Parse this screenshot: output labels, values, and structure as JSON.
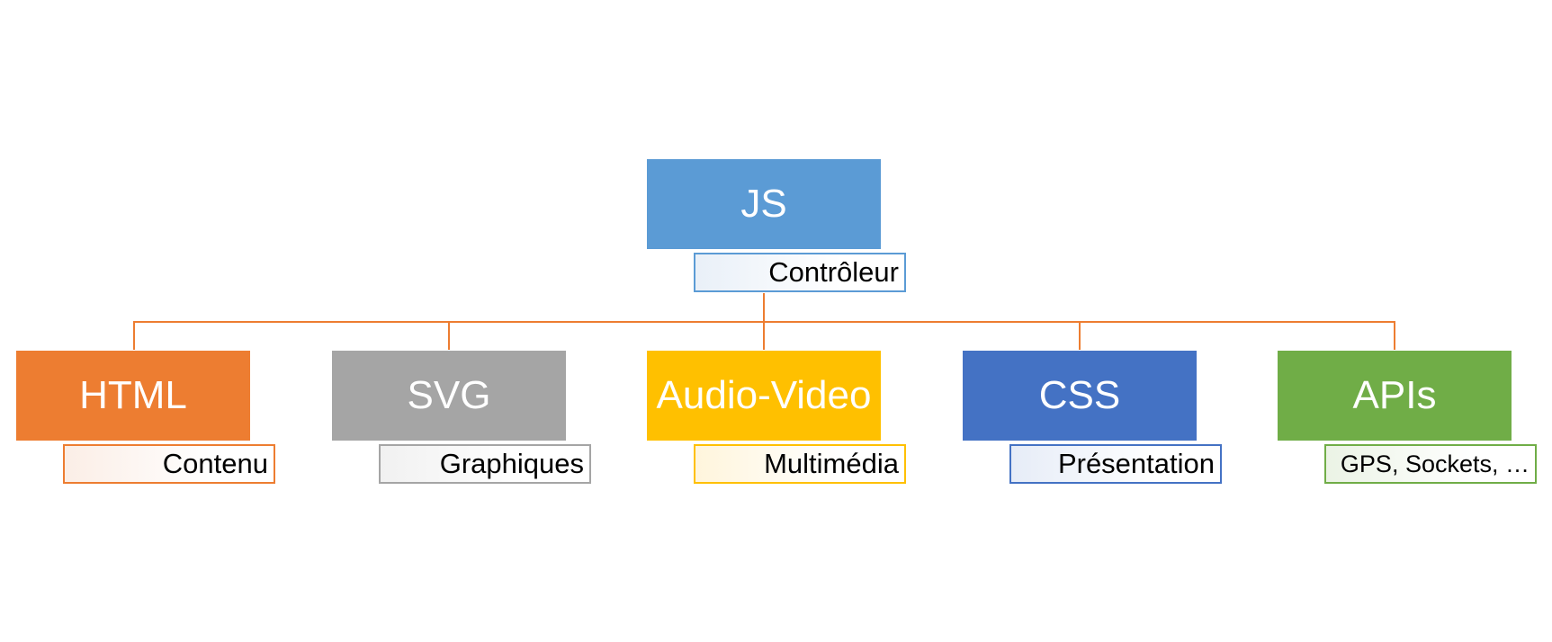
{
  "root": {
    "title": "JS",
    "subtitle": "Contrôleur",
    "color": "#5b9bd5",
    "tint": "#e9f0f8",
    "border": "#5b9bd5"
  },
  "children": [
    {
      "key": "html",
      "title": "HTML",
      "subtitle": "Contenu",
      "color": "#ed7d31",
      "tint": "#fbeee6",
      "border": "#ed7d31"
    },
    {
      "key": "svg",
      "title": "SVG",
      "subtitle": "Graphiques",
      "color": "#a5a5a5",
      "tint": "#f1f1f1",
      "border": "#a5a5a5"
    },
    {
      "key": "audio-video",
      "title": "Audio-Video",
      "subtitle": "Multimédia",
      "color": "#ffc000",
      "tint": "#fff5dc",
      "border": "#ffc000"
    },
    {
      "key": "css",
      "title": "CSS",
      "subtitle": "Présentation",
      "color": "#4472c4",
      "tint": "#e6ecf7",
      "border": "#4472c4"
    },
    {
      "key": "apis",
      "title": "APIs",
      "subtitle": "GPS, Sockets, …",
      "color": "#70ad47",
      "tint": "#ebf3e5",
      "border": "#70ad47"
    }
  ],
  "connector_color": "#ed7d31"
}
